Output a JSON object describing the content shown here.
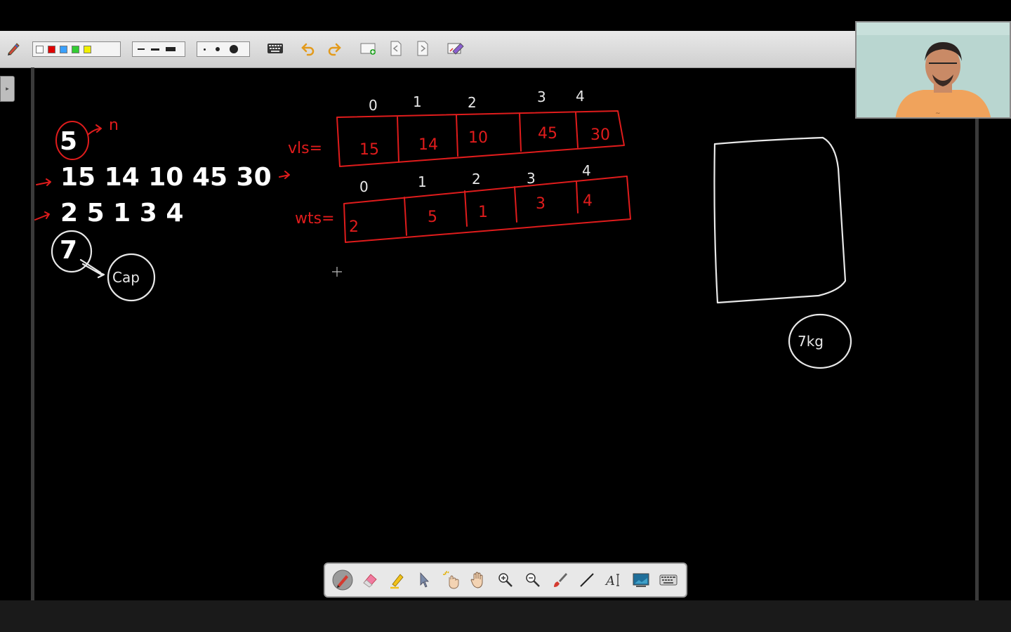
{
  "toolbar": {
    "colors": [
      "#ffffff",
      "#e00000",
      "#3aa0ff",
      "#33cc33",
      "#f0f000"
    ],
    "icons": [
      "pen-settings-icon",
      "keyboard-icon",
      "undo-icon",
      "redo-icon",
      "add-page-icon",
      "prev-page-icon",
      "next-page-icon",
      "clear-icon"
    ]
  },
  "board": {
    "typed_lines": [
      "15 14 10 45 30",
      "2 5 1 3 4"
    ],
    "n_value": "5",
    "n_label": "n",
    "cap_value": "7",
    "cap_label": "Cap",
    "vls_label": "vls=",
    "wts_label": "wts=",
    "index_top": [
      "0",
      "1",
      "2",
      "3",
      "4"
    ],
    "index_bottom": [
      "0",
      "1",
      "2",
      "3",
      "4"
    ],
    "values": [
      "15",
      "14",
      "10",
      "45",
      "30"
    ],
    "weights": [
      "2",
      "5",
      "1",
      "3",
      "4"
    ],
    "knapsack_label": "7kg"
  },
  "floating_toolbar": {
    "tools": [
      "pen-icon",
      "eraser-icon",
      "highlighter-icon",
      "select-arrow-icon",
      "magic-hand-icon",
      "pan-hand-icon",
      "zoom-in-icon",
      "zoom-out-icon",
      "brush-icon",
      "line-icon",
      "text-icon",
      "screen-icon",
      "keyboard-icon"
    ]
  },
  "colors": {
    "accent_red": "#e01c1c",
    "board": "#000000",
    "ink": "#ffffff"
  }
}
